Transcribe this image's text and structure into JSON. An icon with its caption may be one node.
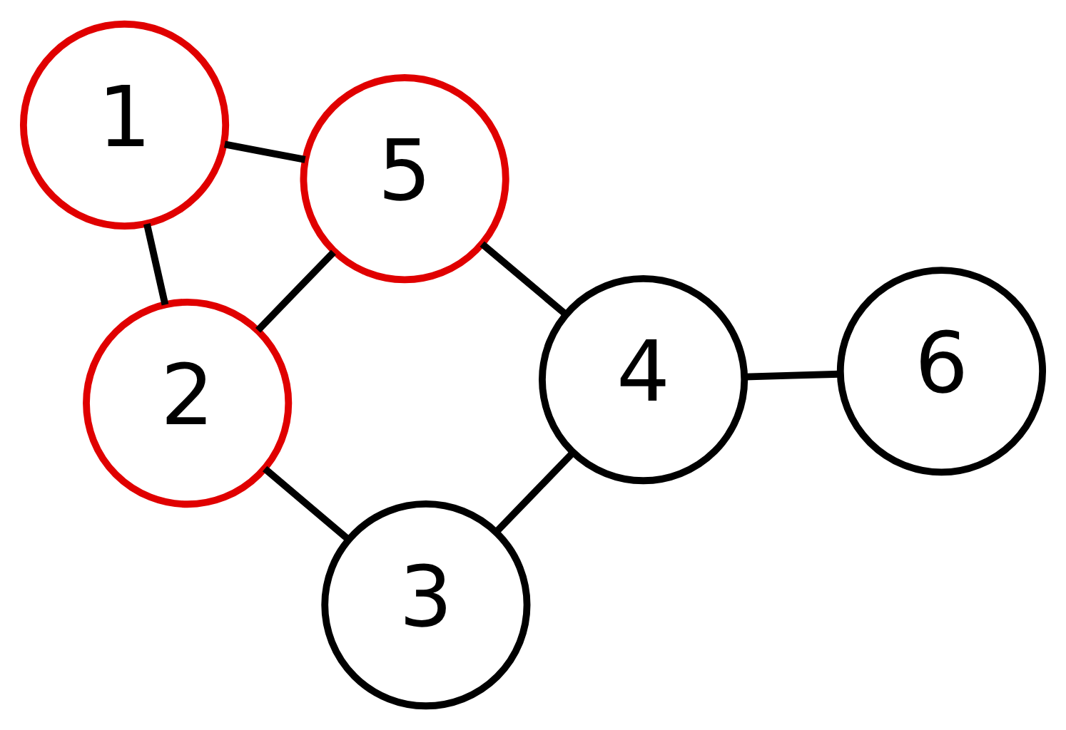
{
  "diagram": {
    "nodes": [
      {
        "text": [
          "6"
        ]
      },
      {
        "text": [
          "4"
        ]
      },
      {
        "text": [
          "5"
        ]
      },
      {
        "text": [
          "1"
        ]
      },
      {
        "text": [
          "2"
        ]
      },
      {
        "text": [
          "3"
        ]
      }
    ],
    "edges": [
      {
        "from": 0,
        "to": 1,
        "arrow": "none"
      },
      {
        "from": 1,
        "to": 2,
        "arrow": "none"
      },
      {
        "from": 2,
        "to": 3,
        "arrow": "none"
      },
      {
        "from": 1,
        "to": 5,
        "arrow": "none"
      },
      {
        "from": 2,
        "to": 4,
        "arrow": "none"
      },
      {
        "from": 3,
        "to": 4,
        "arrow": "none"
      },
      {
        "from": 5,
        "to": 4,
        "arrow": "none"
      }
    ]
  }
}
